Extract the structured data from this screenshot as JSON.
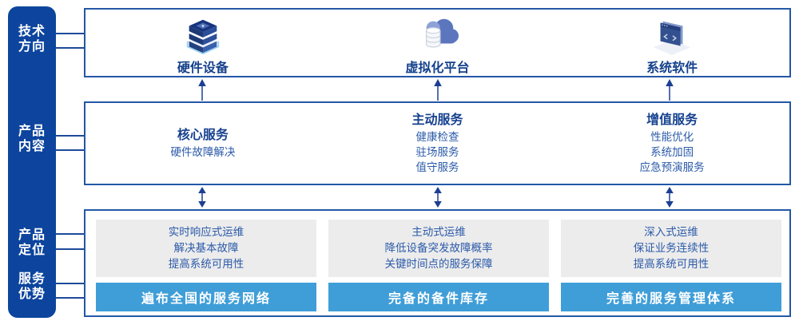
{
  "colors": {
    "sidebar_bg": "#0d459e",
    "box_border": "#2457a7",
    "title_text": "#16418f",
    "body_text": "#2b5aa9",
    "gray_panel_bg": "#ececec",
    "advantage_bar_bg": "#3f9ed8",
    "arrow": "#1b3f93",
    "icon_light_blue": "#9ad2f2"
  },
  "sidebar": {
    "labels": [
      {
        "text": "技术\n方向"
      },
      {
        "text": "产品\n内容"
      },
      {
        "text": "产品\n定位"
      },
      {
        "text": "服务\n优势"
      }
    ]
  },
  "tech_direction": {
    "items": [
      {
        "label": "硬件设备",
        "icon": "server-stack-icon"
      },
      {
        "label": "虚拟化平台",
        "icon": "cloud-database-icon"
      },
      {
        "label": "系统软件",
        "icon": "software-window-icon"
      }
    ]
  },
  "product_content": {
    "columns": [
      {
        "title": "核心服务",
        "items": [
          "硬件故障解决"
        ]
      },
      {
        "title": "主动服务",
        "items": [
          "健康检查",
          "驻场服务",
          "值守服务"
        ]
      },
      {
        "title": "增值服务",
        "items": [
          "性能优化",
          "系统加固",
          "应急预演服务"
        ]
      }
    ]
  },
  "product_positioning": {
    "columns": [
      {
        "lines": [
          "实时响应式运维",
          "解决基本故障",
          "提高系统可用性"
        ]
      },
      {
        "lines": [
          "主动式运维",
          "降低设备突发故障概率",
          "关键时间点的服务保障"
        ]
      },
      {
        "lines": [
          "深入式运维",
          "保证业务连续性",
          "提高系统可用性"
        ]
      }
    ]
  },
  "service_advantage": {
    "bars": [
      "遍布全国的服务网络",
      "完备的备件库存",
      "完善的服务管理体系"
    ]
  }
}
